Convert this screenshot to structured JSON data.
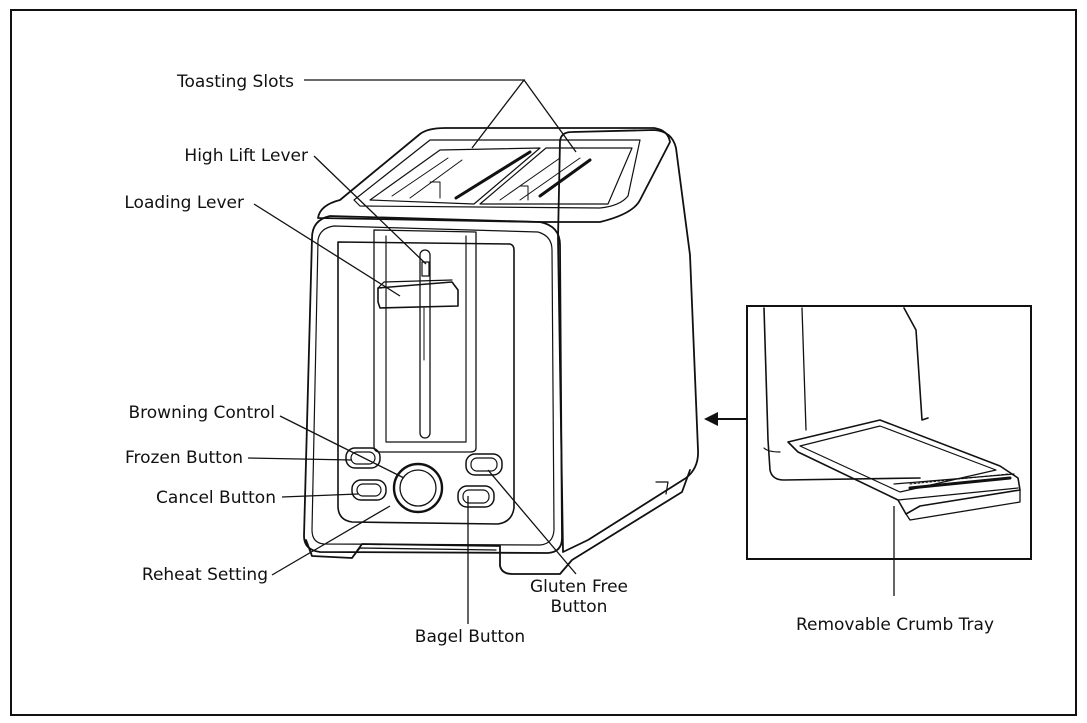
{
  "diagram": {
    "callouts": {
      "toasting_slots": "Toasting Slots",
      "high_lift_lever": "High Lift Lever",
      "loading_lever": "Loading Lever",
      "browning_control": "Browning Control",
      "frozen_button": "Frozen Button",
      "cancel_button": "Cancel Button",
      "reheat_setting": "Reheat Setting",
      "bagel_button": "Bagel Button",
      "gluten_free_line1": "Gluten Free",
      "gluten_free_line2": "Button",
      "removable_crumb_tray": "Removable Crumb Tray"
    }
  }
}
